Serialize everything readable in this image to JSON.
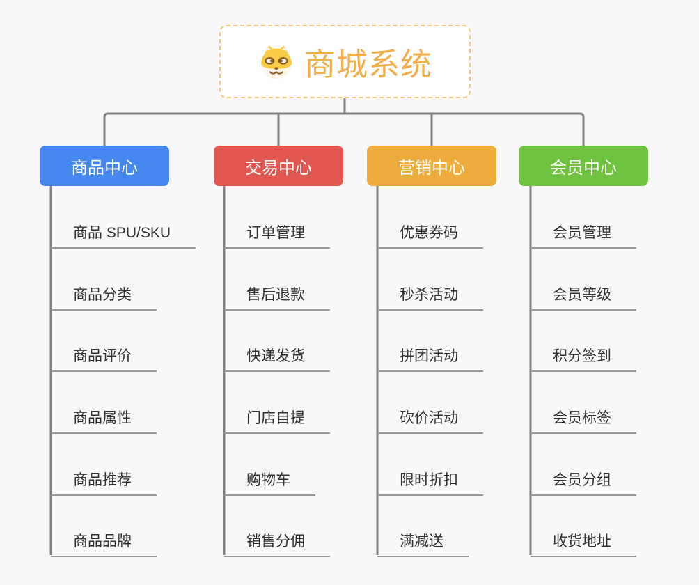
{
  "root": {
    "title": "商城系统",
    "title_color": "#f0af4b",
    "icon": "doge-icon",
    "border_color": "#f6c87f"
  },
  "lines": {
    "connector_color": "#7f7f7f",
    "underline_color": "#969696"
  },
  "columns": [
    {
      "label": "商品中心",
      "color": "#4687f0",
      "items": [
        "商品 SPU/SKU",
        "商品分类",
        "商品评价",
        "商品属性",
        "商品推荐",
        "商品品牌"
      ]
    },
    {
      "label": "交易中心",
      "color": "#e25650",
      "items": [
        "订单管理",
        "售后退款",
        "快递发货",
        "门店自提",
        "购物车",
        "销售分佣"
      ]
    },
    {
      "label": "营销中心",
      "color": "#eeac3c",
      "items": [
        "优惠券码",
        "秒杀活动",
        "拼团活动",
        "砍价活动",
        "限时折扣",
        "满减送"
      ]
    },
    {
      "label": "会员中心",
      "color": "#6fc23f",
      "items": [
        "会员管理",
        "会员等级",
        "积分签到",
        "会员标签",
        "会员分组",
        "收货地址"
      ]
    }
  ]
}
